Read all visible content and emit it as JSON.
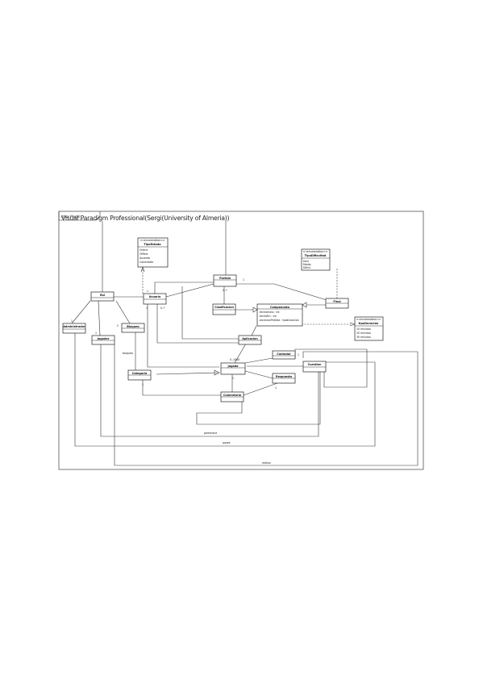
{
  "diagram": {
    "tab_label": "class Model",
    "title": "Visual Paradigm Professional(Sergi(University of Almeria))",
    "classes": [
      {
        "id": "rol",
        "name": "Rol",
        "attributes": []
      },
      {
        "id": "usuario",
        "name": "Usuario",
        "attributes": []
      },
      {
        "id": "partida",
        "name": "Partida",
        "attributes": []
      },
      {
        "id": "clasificacion",
        "name": "Clasificacion",
        "attributes": []
      },
      {
        "id": "campeonato",
        "name": "Campeonato",
        "attributes": [
          "-fechaInicio : int",
          "-fechaFin : int",
          "-duracionPartida : tipoDuracion"
        ]
      },
      {
        "id": "final",
        "name": "Final",
        "attributes": []
      },
      {
        "id": "administrador",
        "name": "Administrador",
        "attributes": []
      },
      {
        "id": "jugador",
        "name": "Jugador",
        "attributes": []
      },
      {
        "id": "bloqueo",
        "name": "Bloqueo",
        "attributes": []
      },
      {
        "id": "aplicacion",
        "name": "Aplicacion",
        "attributes": []
      },
      {
        "id": "contador",
        "name": "Contador",
        "attributes": []
      },
      {
        "id": "jugada",
        "name": "Jugada",
        "attributes": []
      },
      {
        "id": "cuestion",
        "name": "Cuestion",
        "attributes": []
      },
      {
        "id": "respuesta",
        "name": "Respuesta",
        "attributes": []
      },
      {
        "id": "categoria",
        "name": "Categoria",
        "attributes": []
      },
      {
        "id": "comentario",
        "name": "Comentario",
        "attributes": []
      }
    ],
    "enumerations": [
      {
        "id": "tipo-dificultad",
        "stereotype": "<<enumeration>>",
        "name": "TipoDificultad",
        "literals": [
          "Facil",
          "Medio",
          "Dificil"
        ]
      },
      {
        "id": "tipo-duracion",
        "stereotype": "<<enumeration>>",
        "name": "tipoDuracion",
        "literals": [
          "10 minutos",
          "20 minutos",
          "30 minutos"
        ]
      },
      {
        "id": "tipo-estado",
        "stereotype": "<<enumeration>>",
        "name": "TipoEstado",
        "literals": [
          "Online",
          "Offline",
          "Ausente",
          "Conectado"
        ]
      }
    ],
    "labels": {
      "m1": "1",
      "m2": "2",
      "m3": "1",
      "m4": "0..*",
      "m5": "1",
      "m6": "1",
      "m7": "0..*",
      "m8": "1",
      "m9": "0..1000",
      "m10": "1",
      "m11": "1",
      "m12": "1",
      "m13": "1",
      "bloquea": "bloquea",
      "pertenece": "pertenece",
      "posee": "posee",
      "realiza": "realiza"
    }
  }
}
